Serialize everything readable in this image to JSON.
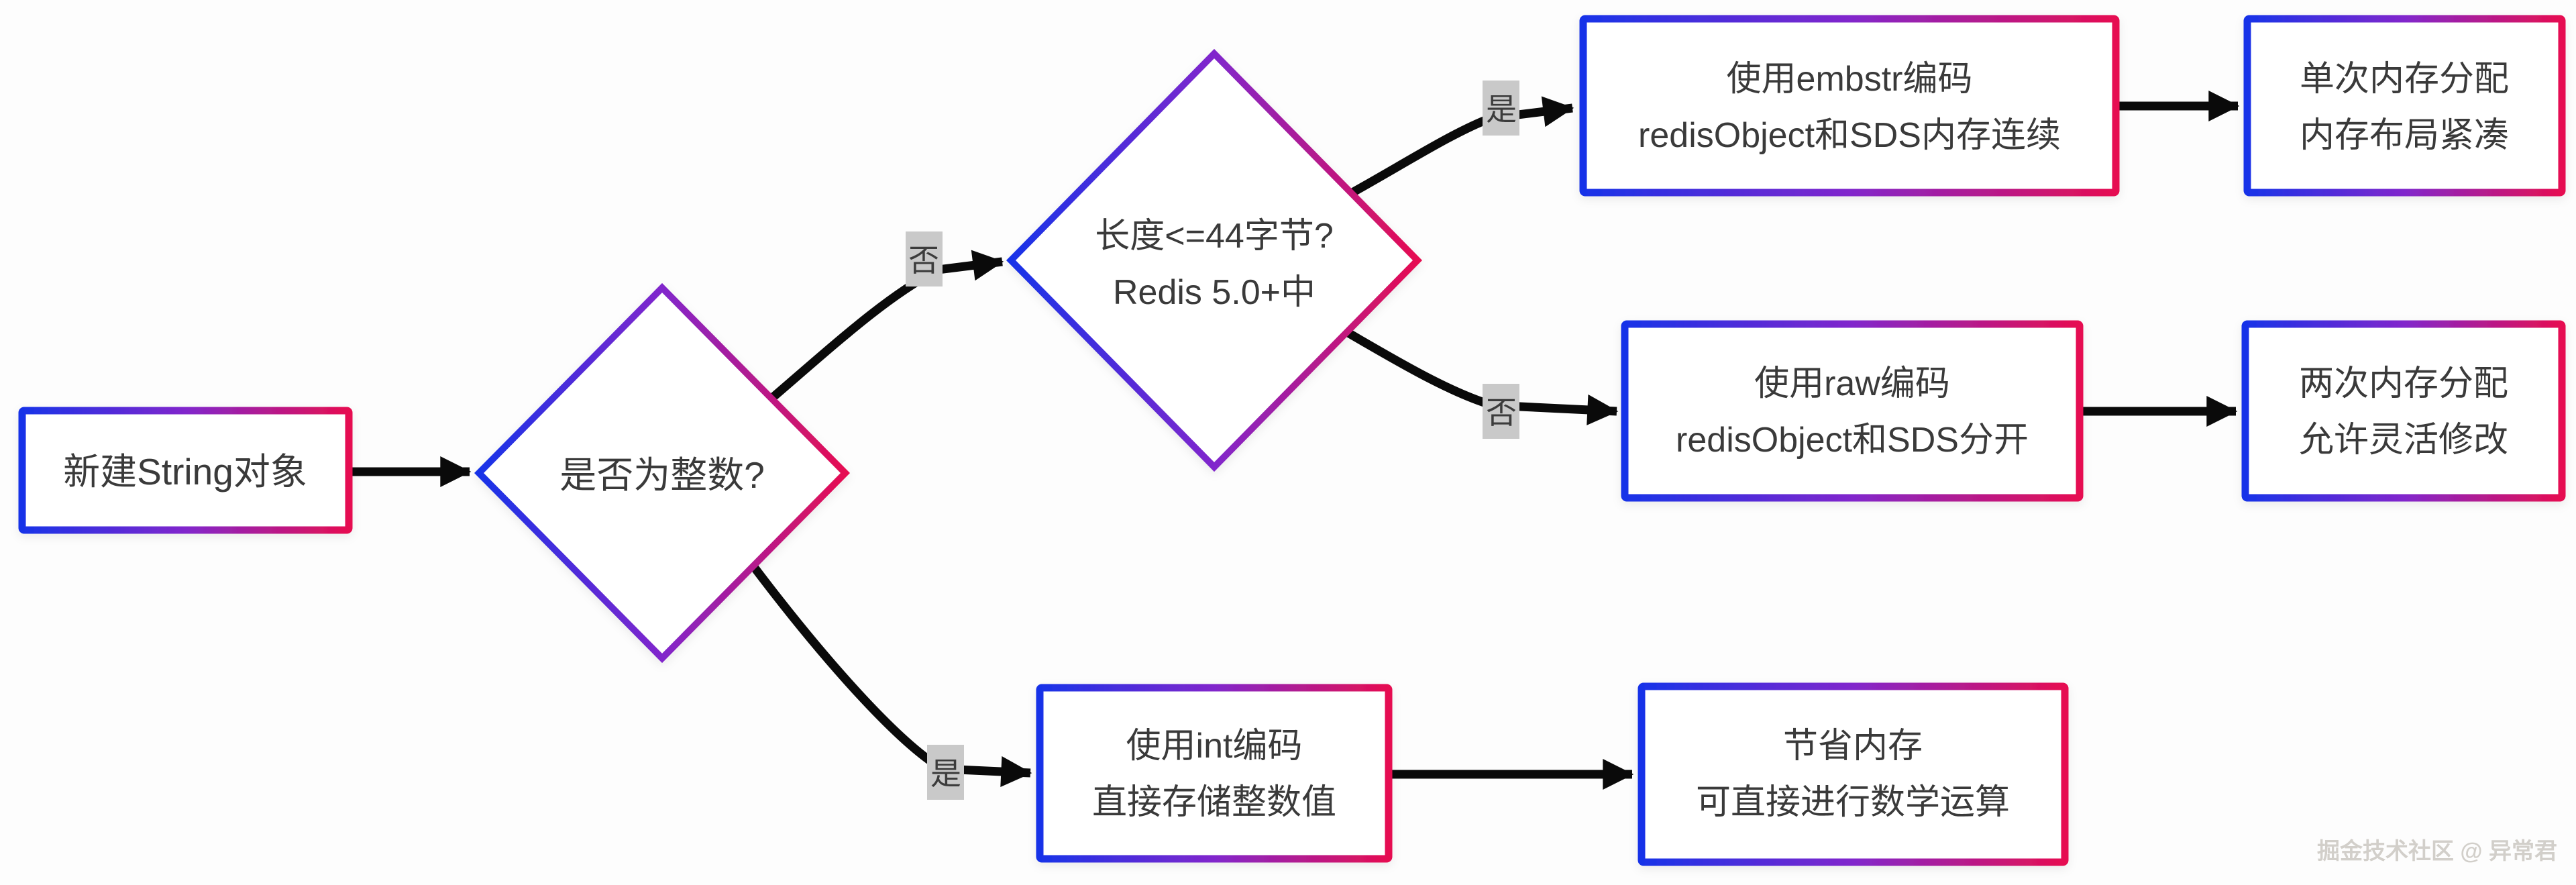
{
  "page": {
    "background": "#fdfdfd",
    "watermark": "掘金技术社区 @ 异常君"
  },
  "colors": {
    "gradient_start": "#1832e8",
    "gradient_mid": "#8127cc",
    "gradient_end": "#e60e51",
    "arrow": "#0a0a0a",
    "edge_label_bg": "#c9c9c9",
    "text": "#3a3a3a",
    "node_fill": "#ffffff"
  },
  "nodes": {
    "start": {
      "type": "box",
      "lines": [
        "新建String对象"
      ]
    },
    "decision_integer": {
      "type": "diamond",
      "lines": [
        "是否为整数?"
      ]
    },
    "decision_length": {
      "type": "diamond",
      "lines": [
        "长度<=44字节?",
        "Redis 5.0+中"
      ]
    },
    "embstr": {
      "type": "box",
      "lines": [
        "使用embstr编码",
        "redisObject和SDS内存连续"
      ]
    },
    "embstr_result": {
      "type": "box",
      "lines": [
        "单次内存分配",
        "内存布局紧凑"
      ]
    },
    "raw": {
      "type": "box",
      "lines": [
        "使用raw编码",
        "redisObject和SDS分开"
      ]
    },
    "raw_result": {
      "type": "box",
      "lines": [
        "两次内存分配",
        "允许灵活修改"
      ]
    },
    "int": {
      "type": "box",
      "lines": [
        "使用int编码",
        "直接存储整数值"
      ]
    },
    "int_result": {
      "type": "box",
      "lines": [
        "节省内存",
        "可直接进行数学运算"
      ]
    }
  },
  "edge_labels": {
    "yes": "是",
    "no": "否"
  }
}
